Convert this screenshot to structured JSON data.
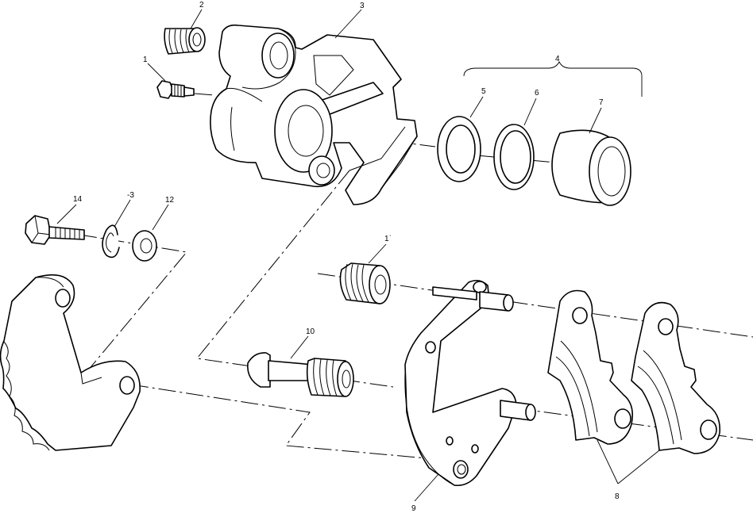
{
  "callouts": {
    "c1": "1",
    "c2": "2",
    "c3": "3",
    "c4": "4",
    "c5": "5",
    "c6": "6",
    "c7": "7",
    "c8": "8",
    "c9": "9",
    "c10": "10",
    "c11": "1ˈ",
    "c12": "12",
    "c13": "-3",
    "c14": "14"
  }
}
